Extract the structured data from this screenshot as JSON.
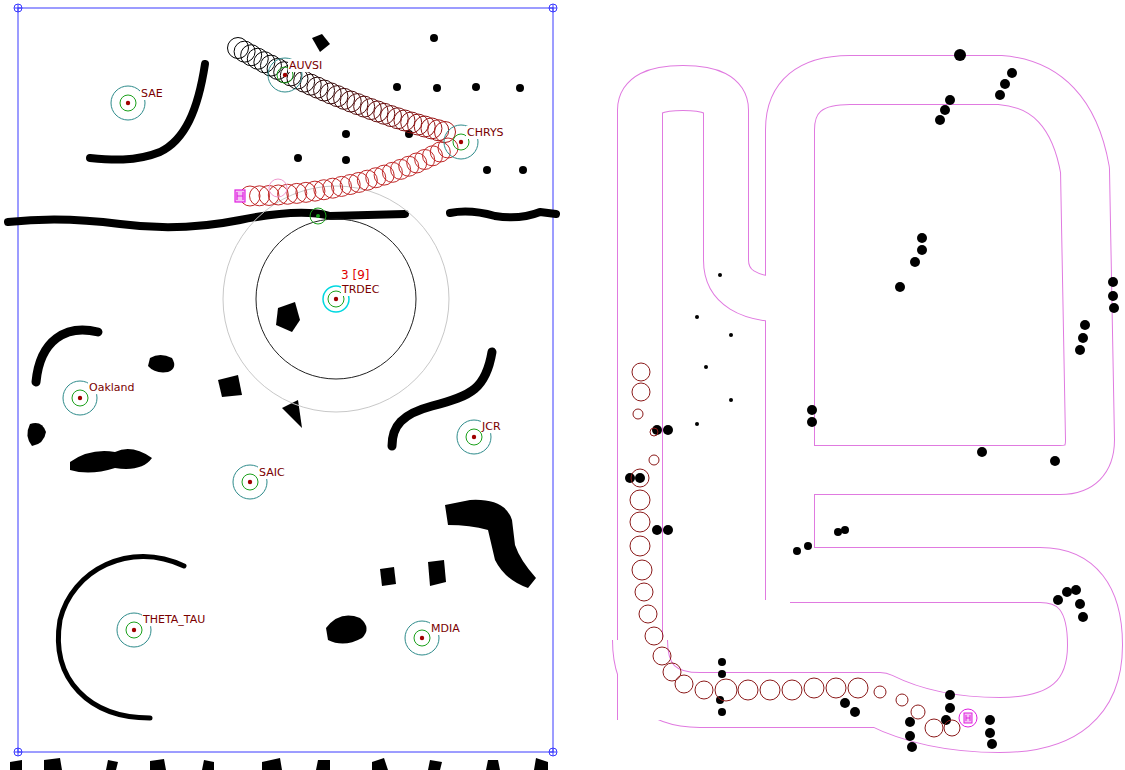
{
  "diagram": {
    "nodes": [
      {
        "text": [
          "SAE"
        ]
      },
      {
        "text": [
          "AUVSI"
        ]
      },
      {
        "text": [
          "CHRYS"
        ]
      },
      {
        "text": [
          "3 [9]",
          "TRDEC"
        ]
      },
      {
        "text": [
          "Oakland"
        ]
      },
      {
        "text": [
          "JCR"
        ]
      },
      {
        "text": [
          "SAIC"
        ]
      },
      {
        "text": [
          "THETA_TAU"
        ]
      },
      {
        "text": [
          "MDIA"
        ]
      }
    ]
  }
}
